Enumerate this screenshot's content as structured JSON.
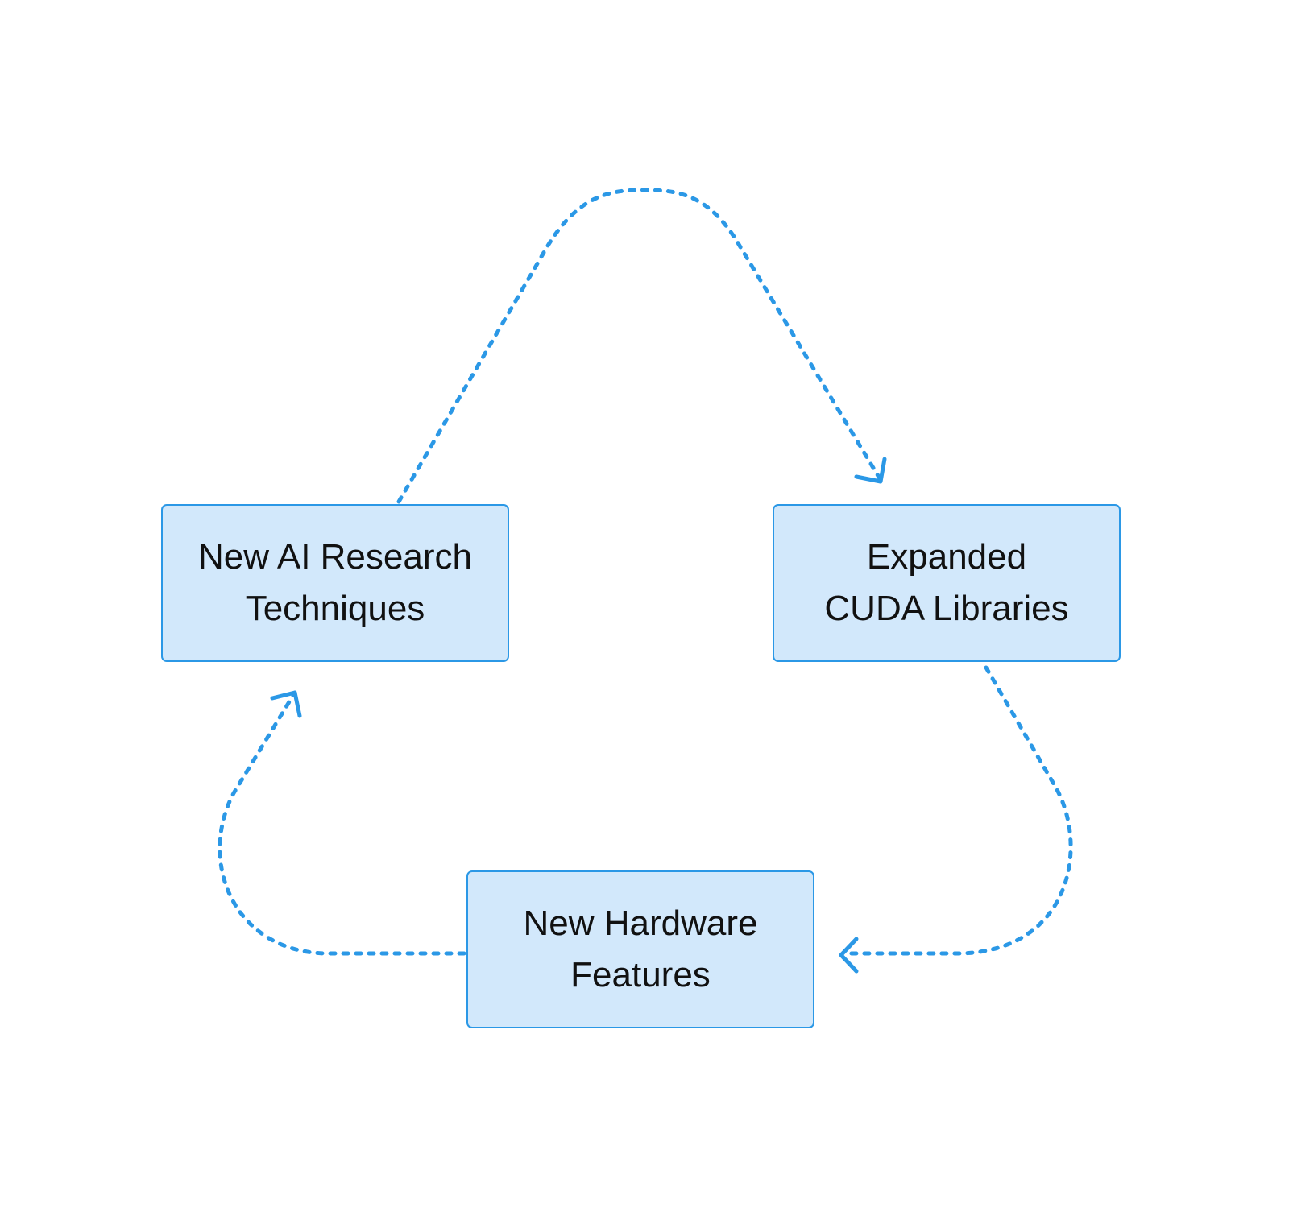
{
  "diagram": {
    "type": "cycle",
    "accent_color": "#2b98e6",
    "box_fill": "#d2e8fb",
    "text_color": "#111111",
    "nodes": {
      "research": {
        "line1": "New AI Research",
        "line2": "Techniques"
      },
      "cuda": {
        "line1": "Expanded",
        "line2": "CUDA Libraries"
      },
      "hardware": {
        "line1": "New Hardware",
        "line2": "Features"
      }
    },
    "edges": [
      {
        "from": "research",
        "to": "cuda",
        "style": "dashed-arrow"
      },
      {
        "from": "cuda",
        "to": "hardware",
        "style": "dashed-arrow"
      },
      {
        "from": "hardware",
        "to": "research",
        "style": "dashed-arrow"
      }
    ]
  }
}
